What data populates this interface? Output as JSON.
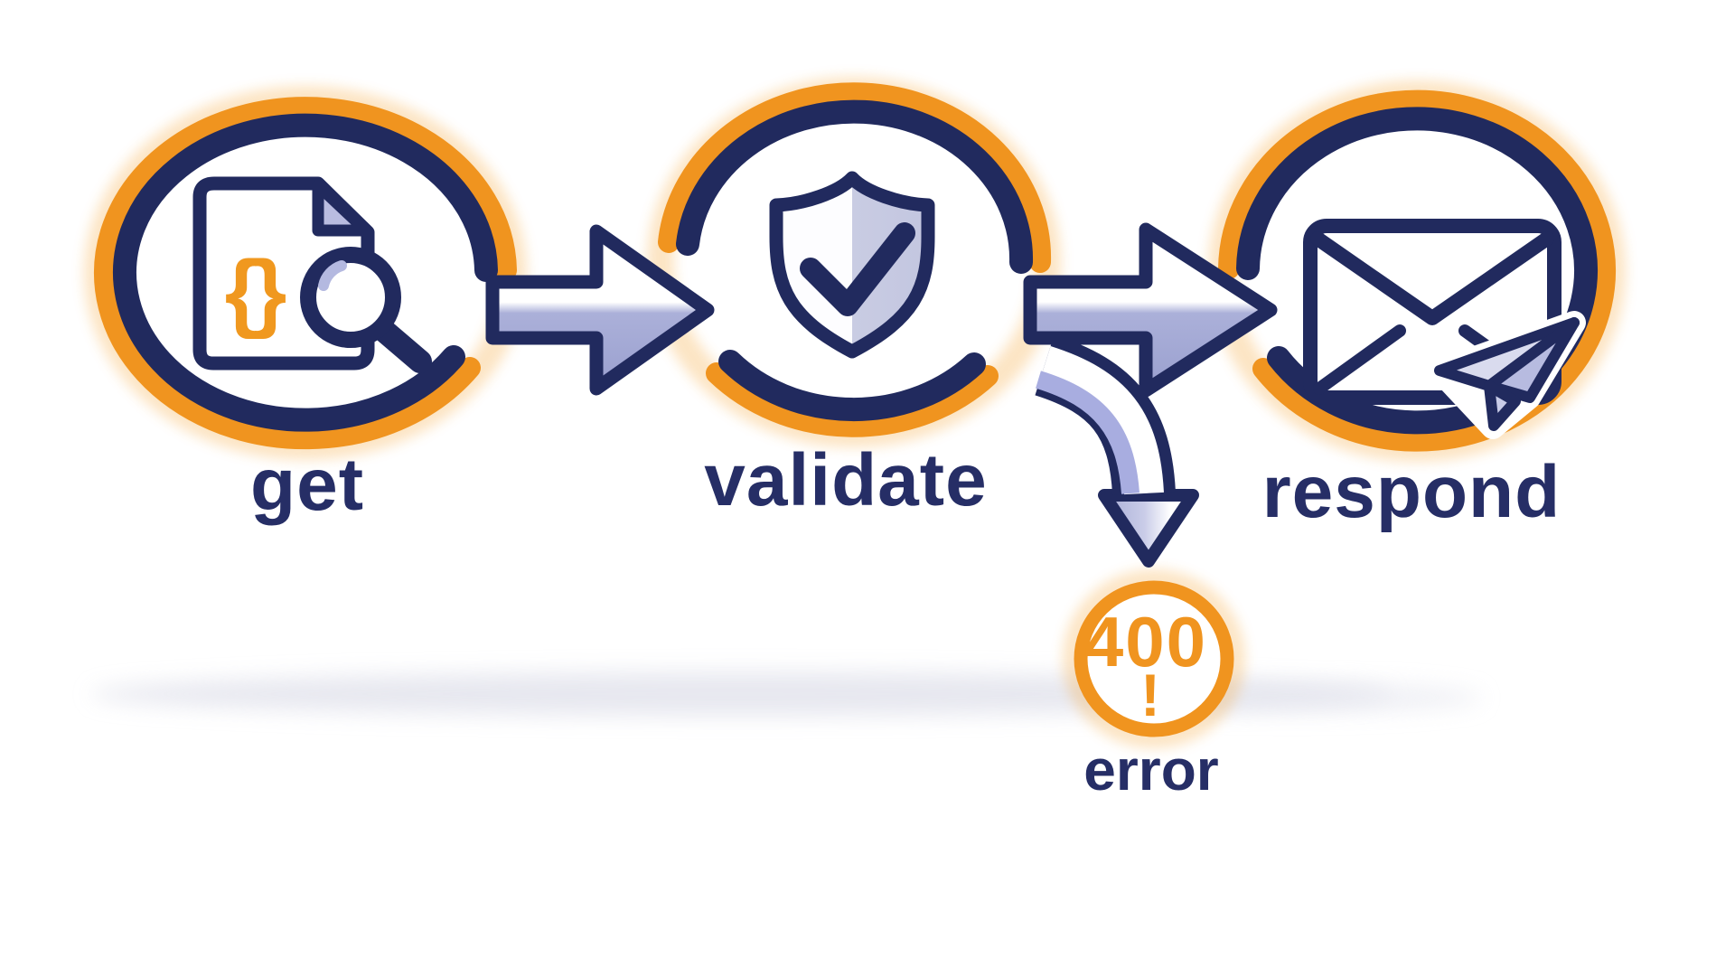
{
  "diagram": {
    "steps": [
      {
        "id": "get",
        "label": "get",
        "icon": "json-document-search-icon",
        "braces": "{}"
      },
      {
        "id": "validate",
        "label": "validate",
        "icon": "shield-check-icon"
      },
      {
        "id": "respond",
        "label": "respond",
        "icon": "email-send-icon"
      }
    ],
    "connections": [
      {
        "from": "get",
        "to": "validate",
        "type": "arrow"
      },
      {
        "from": "validate",
        "to": "respond",
        "type": "arrow"
      },
      {
        "from": "validate",
        "to": "error",
        "type": "curved-arrow-down"
      }
    ],
    "error_branch": {
      "code": "400",
      "exclaim": "!",
      "label": "error"
    },
    "colors": {
      "navy": "#212a5e",
      "orange": "#f0941f",
      "lavender": "#a6abd6",
      "lavender_light": "#d9dbee",
      "background": "#ffffff"
    }
  }
}
